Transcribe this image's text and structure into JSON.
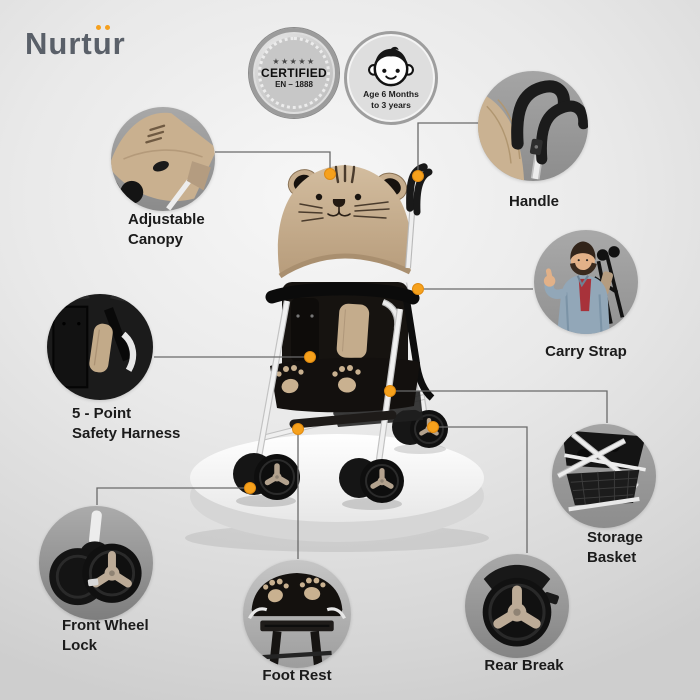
{
  "brand": {
    "name_part1": "Nurt",
    "name_part2": "u",
    "name_part3": "r",
    "accent_color": "#f5a01e",
    "text_color": "#5a6069"
  },
  "badges": {
    "certified": {
      "stars": "★★★★★",
      "title": "CERTIFIED",
      "subtitle": "EN – 1888"
    },
    "age": {
      "text": "Age 6 Months\nto 3 years"
    }
  },
  "features": [
    {
      "id": "adjustable-canopy",
      "label": "Adjustable\nCanopy"
    },
    {
      "id": "handle",
      "label": "Handle"
    },
    {
      "id": "five-point-safety-harness",
      "label": "5 - Point\nSafety Harness"
    },
    {
      "id": "carry-strap",
      "label": "Carry Strap"
    },
    {
      "id": "storage-basket",
      "label": "Storage\nBasket"
    },
    {
      "id": "front-wheel-lock",
      "label": "Front Wheel\nLock"
    },
    {
      "id": "rear-break",
      "label": "Rear Break"
    },
    {
      "id": "foot-rest",
      "label": "Foot Rest"
    }
  ],
  "colors": {
    "connector_line": "#6a6a6a",
    "marker_dot": "#f6a11c",
    "canopy_tan": "#c7ae8e",
    "seat_black": "#151311",
    "label_text": "#1b1b1b",
    "pedestal_white": "#ffffff"
  }
}
